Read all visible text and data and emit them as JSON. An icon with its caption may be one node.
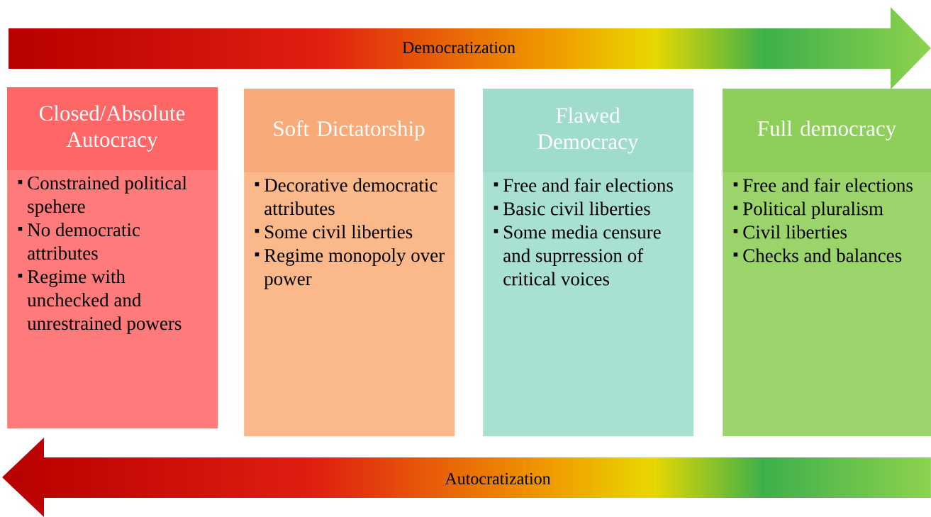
{
  "diagram": {
    "nodes": [
      {
        "text": [
          "Democratization"
        ]
      },
      {
        "text": [
          "Closed/Absolute Autocracy",
          "Constrained political spehere",
          "No democratic attributes",
          "Regime with unchecked and unrestrained powers"
        ]
      },
      {
        "text": [
          "Soft Dictatorship",
          "Decorative democratic attributes",
          "Some civil liberties",
          "Regime monopoly over power"
        ]
      },
      {
        "text": [
          "Flawed Democracy",
          "Free and fair elections",
          "Basic civil liberties",
          "Some media censure and suprression of critical voices"
        ]
      },
      {
        "text": [
          "Full democracy",
          "Free and fair elections",
          "Political pluralism",
          "Civil liberties",
          "Checks and balances"
        ]
      },
      {
        "text": [
          "Autocratization"
        ]
      }
    ]
  }
}
